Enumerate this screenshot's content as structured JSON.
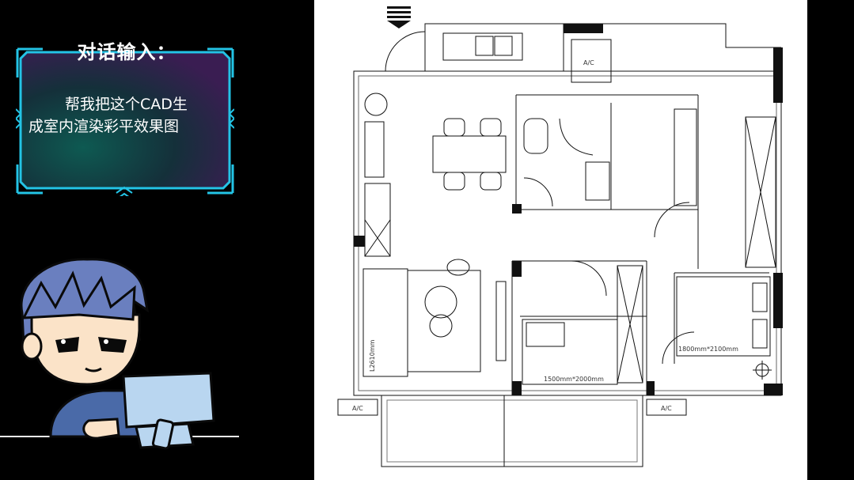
{
  "dialog": {
    "title": "对话输入：",
    "line1": "帮我把这个CAD生",
    "line2": "成室内渲染彩平效果图"
  },
  "plan_labels": {
    "dim_bed1": "1800mm*2100mm",
    "dim_bed2": "1500mm*2000mm",
    "dim_sofa": "L2610mm",
    "ac_top": "A/C",
    "ac_bottom_left": "A/C",
    "ac_bottom_right": "A/C"
  },
  "icons": [
    "avatar-illustration",
    "laptop-icon",
    "phone-icon",
    "north-arrow-icon",
    "entrance-marker-icon"
  ]
}
